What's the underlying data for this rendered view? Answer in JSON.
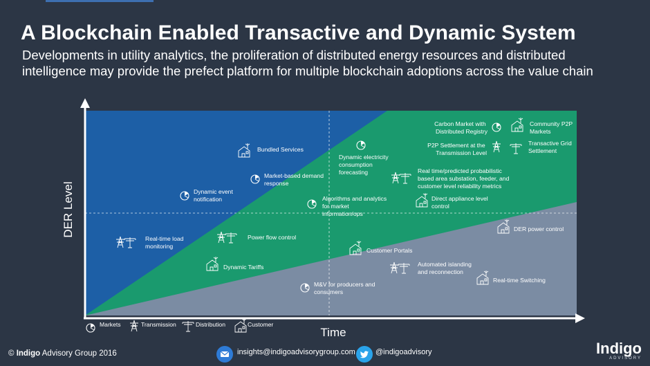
{
  "header": {
    "title": "A Blockchain Enabled Transactive and Dynamic System",
    "subtitle": "Developments in utility analytics, the proliferation of distributed energy resources and distributed intelligence may provide the prefect platform for multiple blockchain adoptions across the value chain"
  },
  "diagram": {
    "y_axis_label": "DER Level",
    "x_axis_label": "Time",
    "colors": {
      "blue": "#1d5fa6",
      "green": "#1a9a6e",
      "gray": "#7b8ca3",
      "background": "#2c3645"
    },
    "items": {
      "real_time_load_monitoring": [
        "Real-time load",
        "monitoring"
      ],
      "power_flow_control": [
        "Power flow control"
      ],
      "dynamic_tariffs": [
        "Dynamic Tariffs"
      ],
      "dynamic_event_notification": [
        "Dynamic event",
        "notification"
      ],
      "bundled_services": [
        "Bundled Services"
      ],
      "market_based_demand_response": [
        "Market-based demand",
        "response"
      ],
      "dynamic_electricity_forecasting": [
        "Dynamic electricity",
        "consumption",
        "forecasting"
      ],
      "algorithms_analytics": [
        "Algorithms and analytics",
        "for market",
        "information/ops"
      ],
      "real_time_probabilistic": [
        "Real time/predicted probabilistic",
        "based area substation, feeder, and",
        "customer level reliability metrics"
      ],
      "direct_appliance_control": [
        "Direct appliance level",
        "control"
      ],
      "carbon_market": [
        "Carbon Market with",
        "Distributed Registry"
      ],
      "community_p2p": [
        "Community P2P",
        "Markets"
      ],
      "p2p_settlement": [
        "P2P Settlement at the",
        "Transmission Level"
      ],
      "transactive_grid": [
        "Transactive Grid",
        "Settlement"
      ],
      "der_power_control": [
        "DER power control"
      ],
      "customer_portals": [
        "Customer Portals"
      ],
      "automated_islanding": [
        "Automated islanding",
        "and reconnection"
      ],
      "real_time_switching": [
        "Real-time Switching"
      ],
      "mv_producers": [
        "M&V for producers and",
        "consumers"
      ]
    },
    "legend": {
      "markets": "Markets",
      "transmission": "Transmission",
      "distribution": "Distribution",
      "customer": "Customer"
    }
  },
  "footer": {
    "copyright_symbol": "©",
    "brand": "Indigo",
    "copyright_rest": "Advisory Group 2016",
    "email": "insights@indigoadvisorygroup.com",
    "twitter": "@indigoadvisory",
    "logo": "Indigo",
    "logo_sub": "ADVISORY"
  }
}
